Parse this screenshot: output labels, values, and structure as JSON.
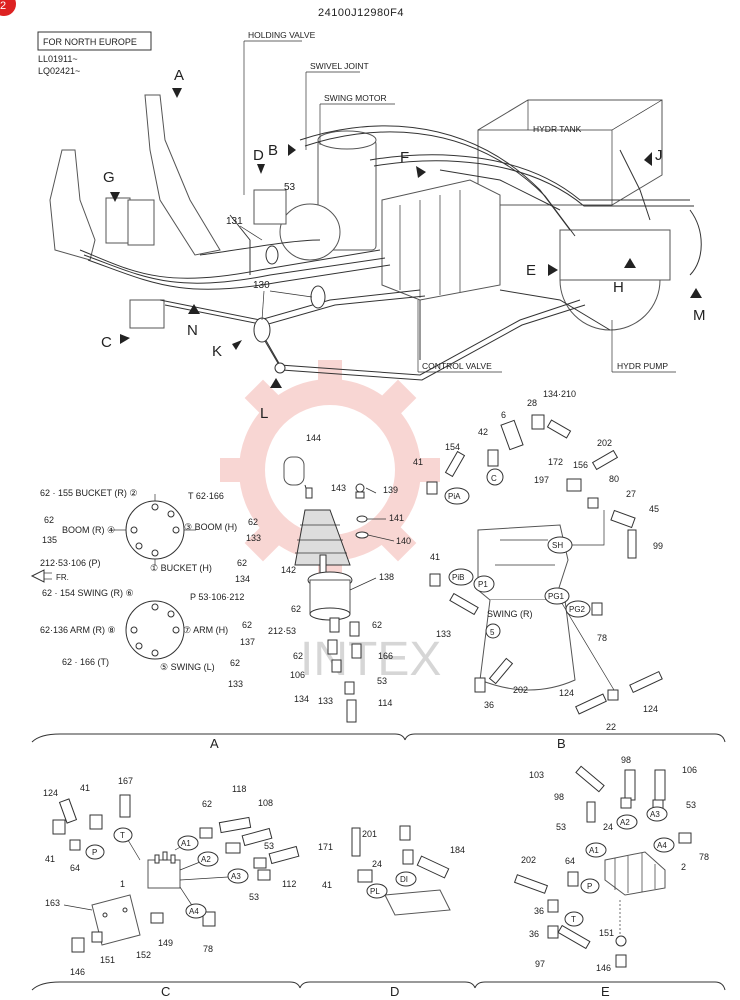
{
  "page_badge": "2",
  "doc_code": "24100J12980F4",
  "region_note": {
    "line1": "FOR NORTH EUROPE",
    "line2": "LL01911~",
    "line3": "LQ02421~"
  },
  "components": {
    "holding_valve": "HOLDING VALVE",
    "swivel_joint": "SWIVEL JOINT",
    "swing_motor": "SWING MOTOR",
    "hydr_tank": "HYDR TANK",
    "control_valve": "CONTROL VALVE",
    "hydr_pump": "HYDR PUMP"
  },
  "view_letters": {
    "A": "A",
    "B": "B",
    "C": "C",
    "D": "D",
    "E": "E",
    "F": "F",
    "G": "G",
    "H": "H",
    "J": "J",
    "K": "K",
    "L": "L",
    "M": "M",
    "N": "N"
  },
  "main_parts": {
    "p53": "53",
    "p131": "131",
    "p130": "130"
  },
  "port_a": {
    "bucket_r": "62 · 155 BUCKET (R) ②",
    "t_top": "T 62·166",
    "boom_r_nums": "62\n135",
    "boom_r": "BOOM (R) ④",
    "boom_h": "③ BOOM (H)",
    "boom_h_nums": "62\n133",
    "p_port": "212·53·106 (P)",
    "bucket_h": "① BUCKET (H)",
    "bucket_h_nums": "62\n134",
    "fr": "FR.",
    "swing_r": "62 · 154 SWING (R) ⑥",
    "p_top2": "P 53·106·212",
    "arm_r": "62·136 ARM (R) ⑧",
    "arm_h": "⑦ ARM (H)",
    "arm_h_nums": "62\n137",
    "t_port2": "62 · 166 (T)",
    "swing_l": "⑤ SWING (L)",
    "swing_l_nums": "62\n133"
  },
  "section_a_parts": [
    "144",
    "139",
    "143",
    "141",
    "140",
    "142",
    "138",
    "62",
    "62",
    "212·53",
    "62",
    "166",
    "62",
    "106",
    "134",
    "133",
    "53",
    "114"
  ],
  "section_b_parts": [
    "134·210",
    "28",
    "6",
    "42",
    "154",
    "41",
    "172",
    "202",
    "156",
    "80",
    "27",
    "197",
    "45",
    "99",
    "PiA",
    "C",
    "SH",
    "PiB",
    "P1",
    "SWING (R)",
    "5",
    "41",
    "133",
    "PG1",
    "PG2",
    "78",
    "202",
    "36",
    "124",
    "22",
    "124"
  ],
  "section_c_parts": [
    "124",
    "41",
    "167",
    "118",
    "62",
    "108",
    "41",
    "64",
    "T",
    "P",
    "A1",
    "A2",
    "A3",
    "53",
    "112",
    "1",
    "53",
    "163",
    "A4",
    "149",
    "152",
    "78",
    "146",
    "151"
  ],
  "section_d_parts": [
    "201",
    "171",
    "24",
    "184",
    "41",
    "PL",
    "DI"
  ],
  "section_e_parts": [
    "98",
    "106",
    "103",
    "53",
    "98",
    "24",
    "A2",
    "A3",
    "53",
    "A1",
    "A4",
    "78",
    "2",
    "202",
    "64",
    "36",
    "T",
    "P",
    "151",
    "36",
    "97",
    "146"
  ],
  "section_labels": {
    "a": "A",
    "b": "B",
    "c": "C",
    "d": "D",
    "e": "E"
  },
  "watermark_text": "INTEX"
}
